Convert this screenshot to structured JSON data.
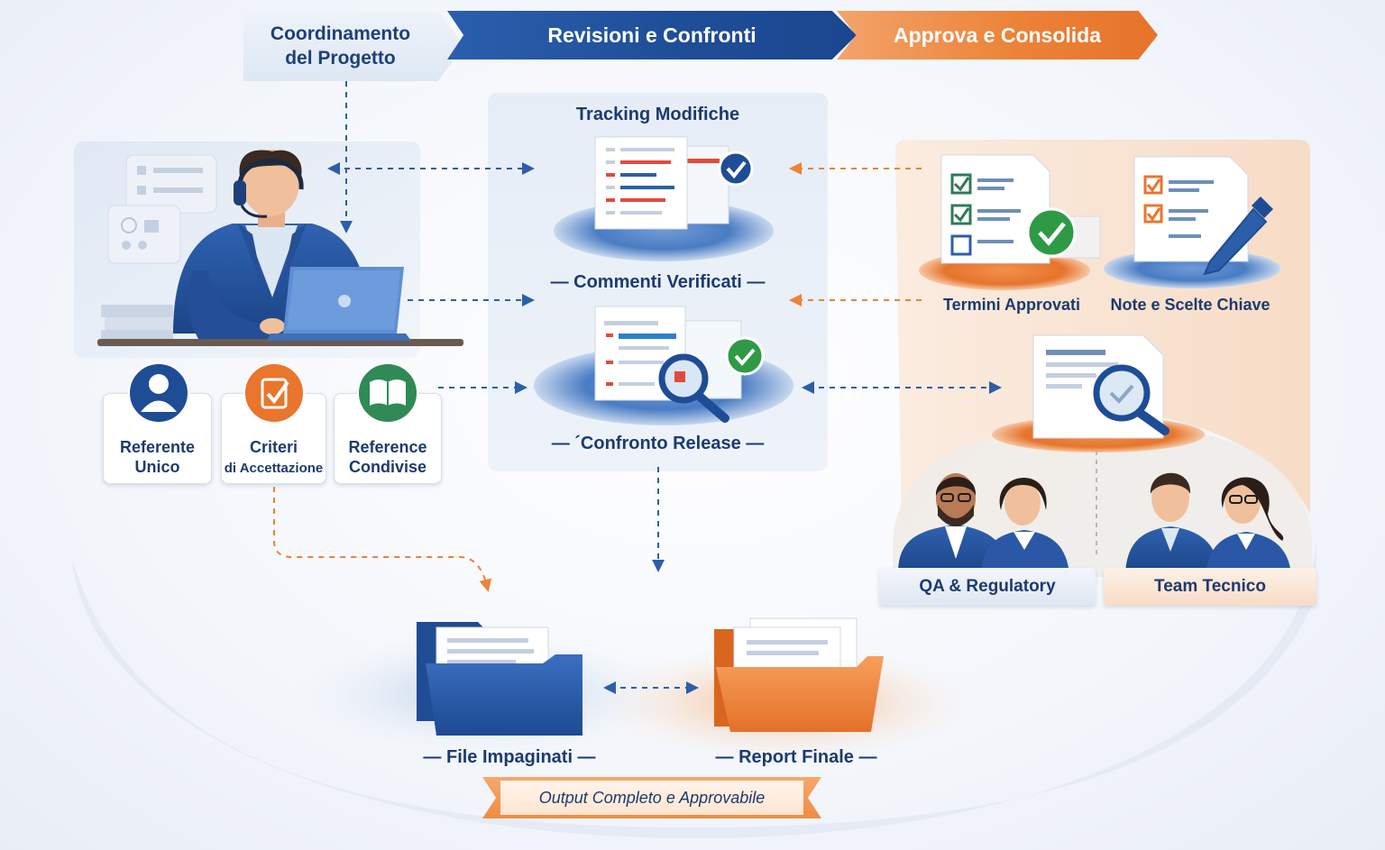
{
  "header": {
    "steps": [
      {
        "line1": "Coordinamento",
        "line2": "del Progetto"
      },
      {
        "label": "Revisioni e Confronti"
      },
      {
        "label": "Approva e Consolida"
      }
    ]
  },
  "center_panel": {
    "tracking_label": "Tracking Modifiche",
    "comments_label": "— Commenti Verificati —",
    "release_label": "— ´Confronto Release —"
  },
  "left_cards": [
    {
      "line1": "Referente",
      "line2": "Unico"
    },
    {
      "line1": "Criteri",
      "line2": "di Accettazione"
    },
    {
      "line1": "Reference",
      "line2": "Condivise"
    }
  ],
  "right_panel": {
    "approved_terms_label": "Termini Approvati",
    "key_notes_label": "Note e Scelte Chiave"
  },
  "teams": [
    {
      "label": "QA & Regulatory"
    },
    {
      "label": "Team Tecnico"
    }
  ],
  "outputs": {
    "files_label": "— File Impaginati —",
    "report_label": "— Report Finale —",
    "banner": "Output Completo e Approvabile"
  },
  "colors": {
    "primary_blue": "#1e4d96",
    "accent_orange": "#ec8338",
    "success_green": "#2e9a46",
    "text_navy": "#1d3a6e"
  }
}
